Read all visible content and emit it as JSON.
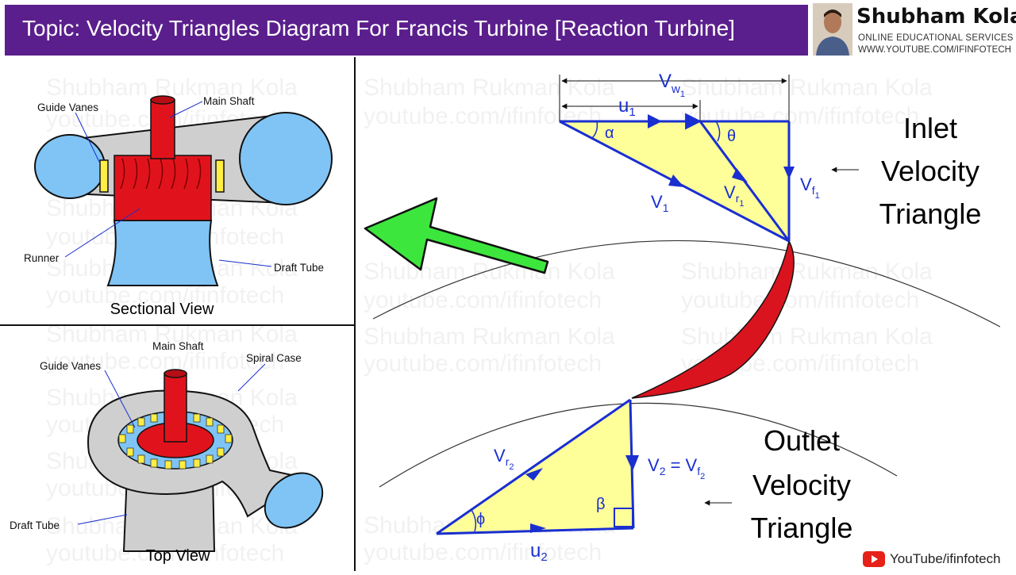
{
  "header": {
    "title": "Topic: Velocity Triangles Diagram For Francis Turbine [Reaction Turbine]"
  },
  "brand": {
    "name": "Shubham Kola",
    "line1": "ONLINE EDUCATIONAL SERVICES",
    "line2": "WWW.YOUTUBE.COM/IFINFOTECH"
  },
  "sectional_view": {
    "caption": "Sectional View",
    "labels": {
      "guide_vanes": "Guide Vanes",
      "main_shaft": "Main Shaft",
      "runner": "Runner",
      "draft_tube": "Draft Tube"
    }
  },
  "top_view": {
    "caption": "Top View",
    "labels": {
      "main_shaft": "Main Shaft",
      "guide_vanes": "Guide Vanes",
      "spiral_case": "Spiral Case",
      "draft_tube": "Draft Tube"
    }
  },
  "inlet": {
    "title_lines": [
      "Inlet",
      "Velocity",
      "Triangle"
    ],
    "vw1": {
      "base": "V",
      "sub": "w",
      "subsub": "1"
    },
    "u1": {
      "base": "u",
      "sub": "1"
    },
    "v1": {
      "base": "V",
      "sub": "1"
    },
    "vr1": {
      "base": "V",
      "sub": "r",
      "subsub": "1"
    },
    "vf1": {
      "base": "V",
      "sub": "f",
      "subsub": "1"
    },
    "alpha": "α",
    "theta": "θ"
  },
  "outlet": {
    "title_lines": [
      "Outlet",
      "Velocity",
      "Triangle"
    ],
    "vr2": {
      "base": "V",
      "sub": "r",
      "subsub": "2"
    },
    "v2_eq": {
      "left": "V",
      "left_sub": "2",
      "eq": " = V",
      "right_sub": "f",
      "right_subsub": "2"
    },
    "u2": {
      "base": "u",
      "sub": "2"
    },
    "phi": "ϕ",
    "beta": "β"
  },
  "watermark": {
    "line1": "Shubham Rukman Kola",
    "line2": "youtube.com/ifinfotech"
  },
  "footer": {
    "youtube_label": "YouTube/ifinfotech"
  },
  "colors": {
    "header_bg": "#5a1f8c",
    "arrow_blue": "#1a2fd0",
    "triangle_fill": "#ffff99",
    "blade_red": "#d9141e",
    "casing_blue": "#7fc4f5",
    "pointer_green": "#3de63d",
    "youtube_red": "#e62117"
  }
}
